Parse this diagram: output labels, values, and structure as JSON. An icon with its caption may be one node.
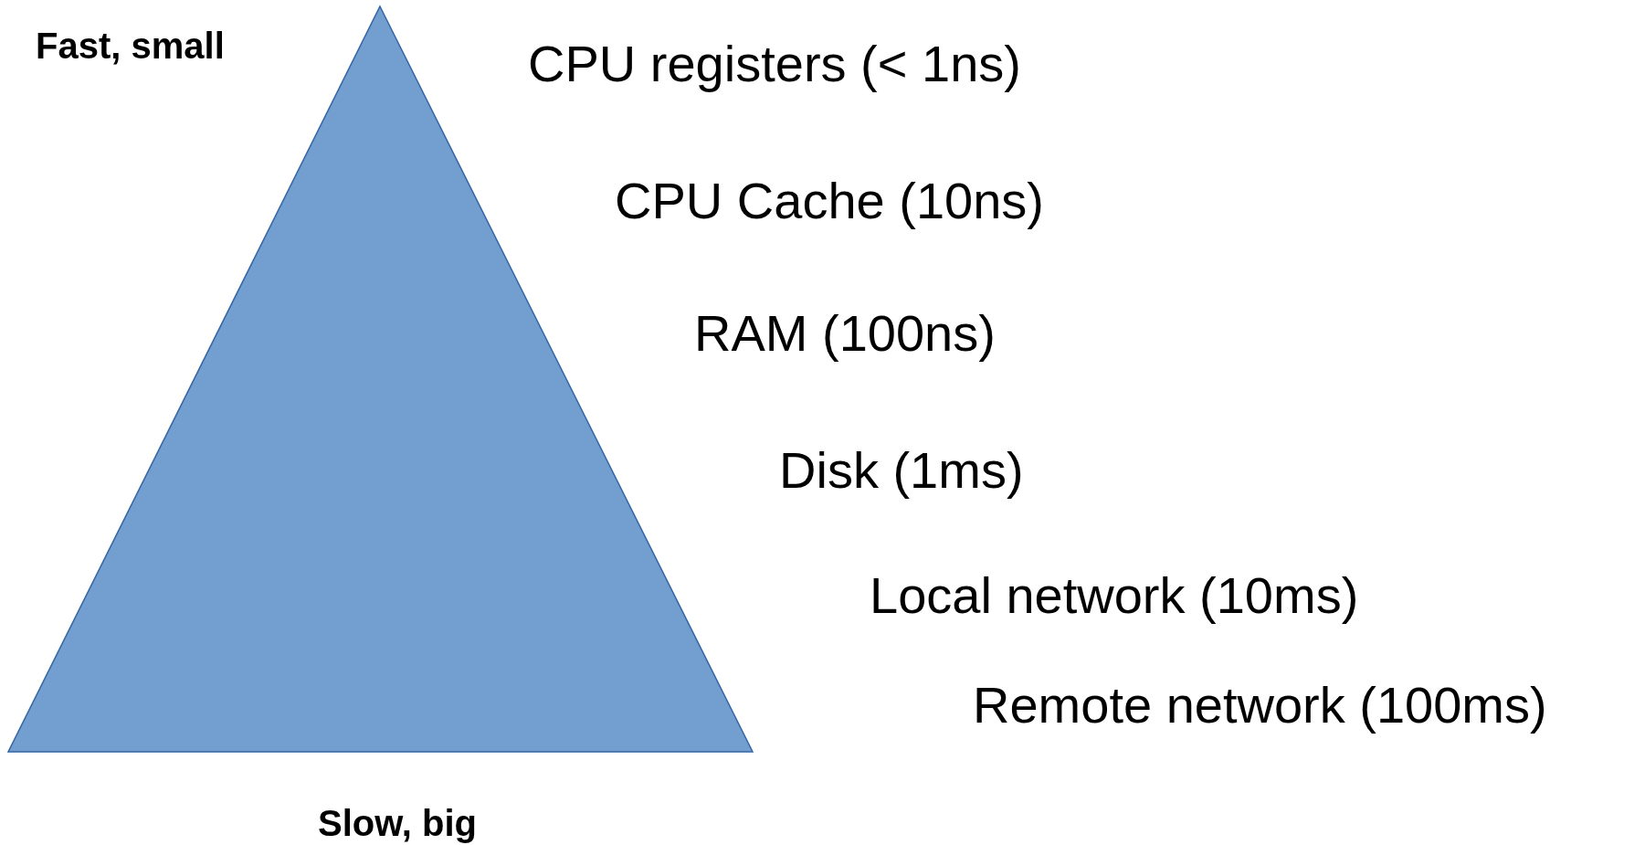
{
  "diagram": {
    "nodes": [
      {
        "text": [],
        "shape": "triangle",
        "beside": [
          "Fast, small",
          "Slow, big"
        ]
      }
    ],
    "edges": [],
    "labels": [
      "CPU registers (< 1ns)",
      "CPU Cache (10ns)",
      "RAM (100ns)",
      "Disk (1ms)",
      "Local network (10ms)",
      "Remote network (100ms)"
    ]
  }
}
